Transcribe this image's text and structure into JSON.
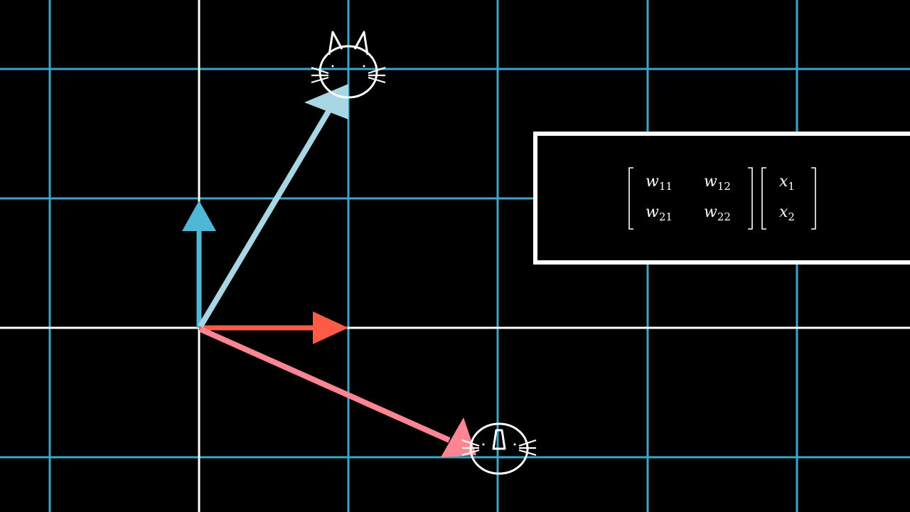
{
  "colors": {
    "background": "#000000",
    "grid": "#3aa6c8",
    "axes": "#ffffff",
    "basis_i": "#ff5a45",
    "basis_j": "#4fb8d6",
    "vector_top": "#a9d6e5",
    "vector_bottom": "#ff8593",
    "box_border": "#ffffff",
    "cat_outline": "#ffffff"
  },
  "matrix": {
    "row1": {
      "w11": {
        "base": "w",
        "sub": "11"
      },
      "w12": {
        "base": "w",
        "sub": "12"
      }
    },
    "row2": {
      "w21": {
        "base": "w",
        "sub": "21"
      },
      "w22": {
        "base": "w",
        "sub": "22"
      }
    }
  },
  "vector": {
    "x1": {
      "base": "x",
      "sub": "1"
    },
    "x2": {
      "base": "x",
      "sub": "2"
    }
  },
  "icons": {
    "cat_top": "cat-face-icon",
    "cat_bottom": "cat-face-icon"
  }
}
